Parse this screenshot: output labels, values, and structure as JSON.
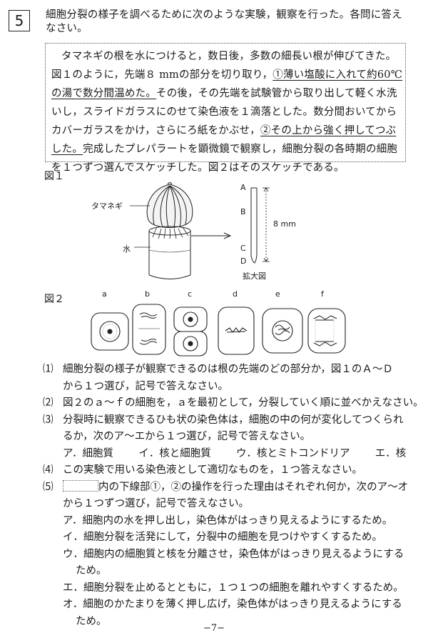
{
  "question_number": "5",
  "intro_lines": [
    "細胞分裂の様子を調べるために次のような実験，観察を行った。各問に答え",
    "なさい。"
  ],
  "experiment_box": {
    "line1": "タマネギの根を水につけると，数日後，多数の細長い根が伸びてきた。",
    "line2_a": "図１のように，先端８ mmの部分を切り取り，",
    "line2_b": "①薄い塩酸に入れて約60℃",
    "line3_a": "の湯で数分間温めた。",
    "line3_b": "その後，その先端を試験管から取り出して軽く水洗",
    "line4": "いし，スライドガラスにのせて染色液を１滴落とした。数分間おいてから",
    "line5_a": "カバーガラスをかけ，さらにろ紙をかぶせ，",
    "line5_b": "②その上から強く押してつぶ",
    "line6_a": "した。",
    "line6_b": "完成したプレパラートを顕微鏡で観察し，細胞分裂の各時期の細胞",
    "line7": "を１つずつ選んでスケッチした。図２はそのスケッチである。"
  },
  "figure1": {
    "label": "図１",
    "onion_label": "タマネギ",
    "water_label": "水",
    "points": [
      "A",
      "B",
      "C",
      "D"
    ],
    "length": "8 mm",
    "enlarged_label": "拡大図"
  },
  "figure2": {
    "label": "図２",
    "cells": [
      "a",
      "b",
      "c",
      "d",
      "e",
      "f"
    ]
  },
  "questions": [
    {
      "num": "⑴",
      "lines": [
        "細胞分裂の様子が観察できるのは根の先端のどの部分か，図１のＡ～Ｄ",
        "から１つ選び，記号で答えなさい。"
      ]
    },
    {
      "num": "⑵",
      "lines": [
        "図２のａ～ｆの細胞を，ａを最初として，分裂していく順に並べかえなさい。"
      ]
    },
    {
      "num": "⑶",
      "lines": [
        "分裂時に観察できるひも状の染色体は，細胞の中の何が変化してつくられ",
        "るか，次のア～エから１つ選び，記号で答えなさい。"
      ],
      "choices": [
        "ア．細胞質",
        "イ．核と細胞質",
        "ウ．核とミトコンドリア",
        "エ．核"
      ]
    },
    {
      "num": "⑷",
      "lines": [
        "この実験で用いる染色液として適切なものを，１つ答えなさい。"
      ]
    },
    {
      "num": "⑸",
      "line1_rest": "内の下線部①，②の操作を行った理由はそれぞれ何か，次のア～オ",
      "lines": [
        "から１つずつ選び，記号で答えなさい。"
      ],
      "options": [
        [
          "ア．細胞内の水を押し出し，染色体がはっきり見えるようにするため。"
        ],
        [
          "イ．細胞分裂を活発にして，分裂中の細胞を見つけやすくするため。"
        ],
        [
          "ウ．細胞内の細胞質と核を分離させ，染色体がはっきり見えるようにする",
          "ため。"
        ],
        [
          "エ．細胞分裂を止めるとともに，１つ１つの細胞を離れやすくするため。"
        ],
        [
          "オ．細胞のかたまりを薄く押し広げ，染色体がはっきり見えるようにする",
          "ため。"
        ]
      ]
    }
  ],
  "page_number": "−7−"
}
